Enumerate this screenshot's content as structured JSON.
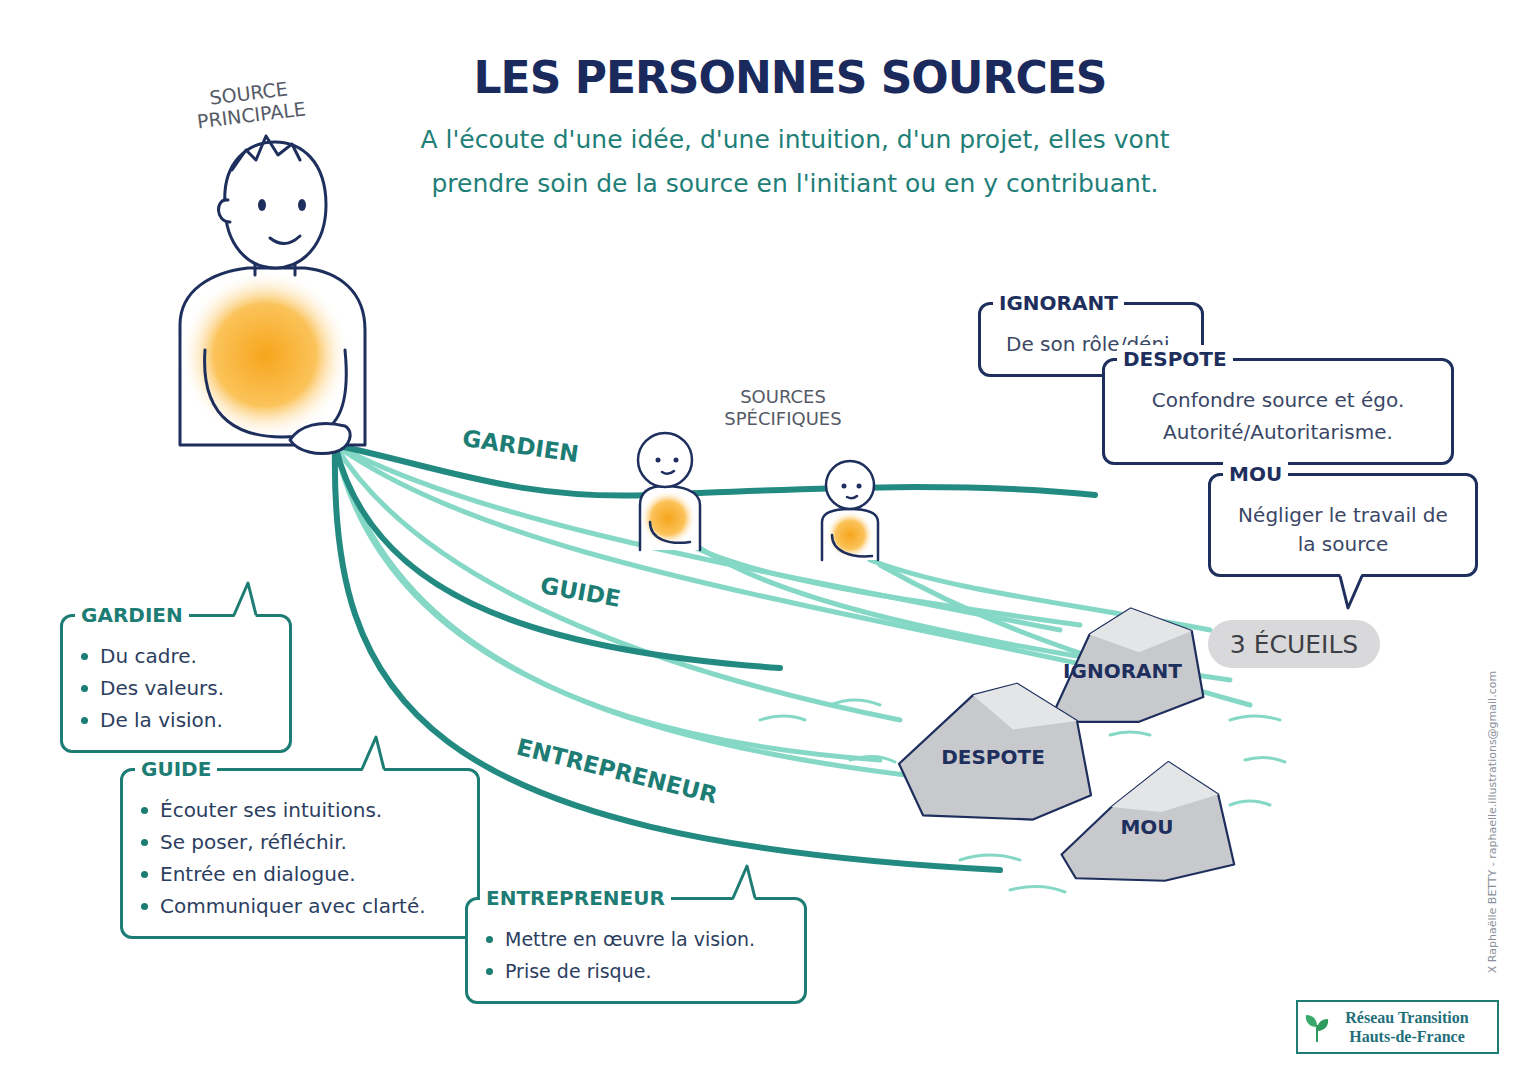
{
  "diagram": {
    "title": "LES PERSONNES SOURCES",
    "caption": "A l'écoute d'une idée, d'une intuition, d'un projet, elles vont prendre soin de la source en l'initiant ou en y contribuant.",
    "nodes": [
      {
        "text": [
          "IGNORANT",
          "De son rôle/déni."
        ]
      },
      {
        "text": [
          "DESPOTE",
          "Confondre source et égo.",
          "Autorité/Autoritarisme."
        ]
      },
      {
        "text": [
          "MOU",
          "Négliger le travail de la source"
        ]
      },
      {
        "text": [
          "3 ÉCUEILS"
        ]
      },
      {
        "text": [
          "IGNORANT"
        ]
      },
      {
        "text": [
          "DESPOTE"
        ]
      },
      {
        "text": [
          "MOU"
        ]
      },
      {
        "text": [
          "GARDIEN",
          "Du cadre.",
          "Des valeurs.",
          "De la vision."
        ]
      },
      {
        "text": [
          "GUIDE",
          "Écouter ses intuitions.",
          "Se poser, réfléchir.",
          "Entrée en dialogue.",
          "Communiquer avec clarté."
        ]
      },
      {
        "text": [
          "ENTREPRENEUR",
          "Mettre en œuvre la vision.",
          "Prise de risque."
        ]
      },
      {
        "text": [
          "Réseau Transition Hauts-de-France"
        ]
      }
    ],
    "labels": [
      "SOURCE PRINCIPALE",
      "SOURCES SPÉCIFIQUES",
      "GARDIEN",
      "GUIDE",
      "ENTREPRENEUR",
      "X Raphaëlle BETTY - raphaelle.illustrations@gmail.com"
    ]
  }
}
